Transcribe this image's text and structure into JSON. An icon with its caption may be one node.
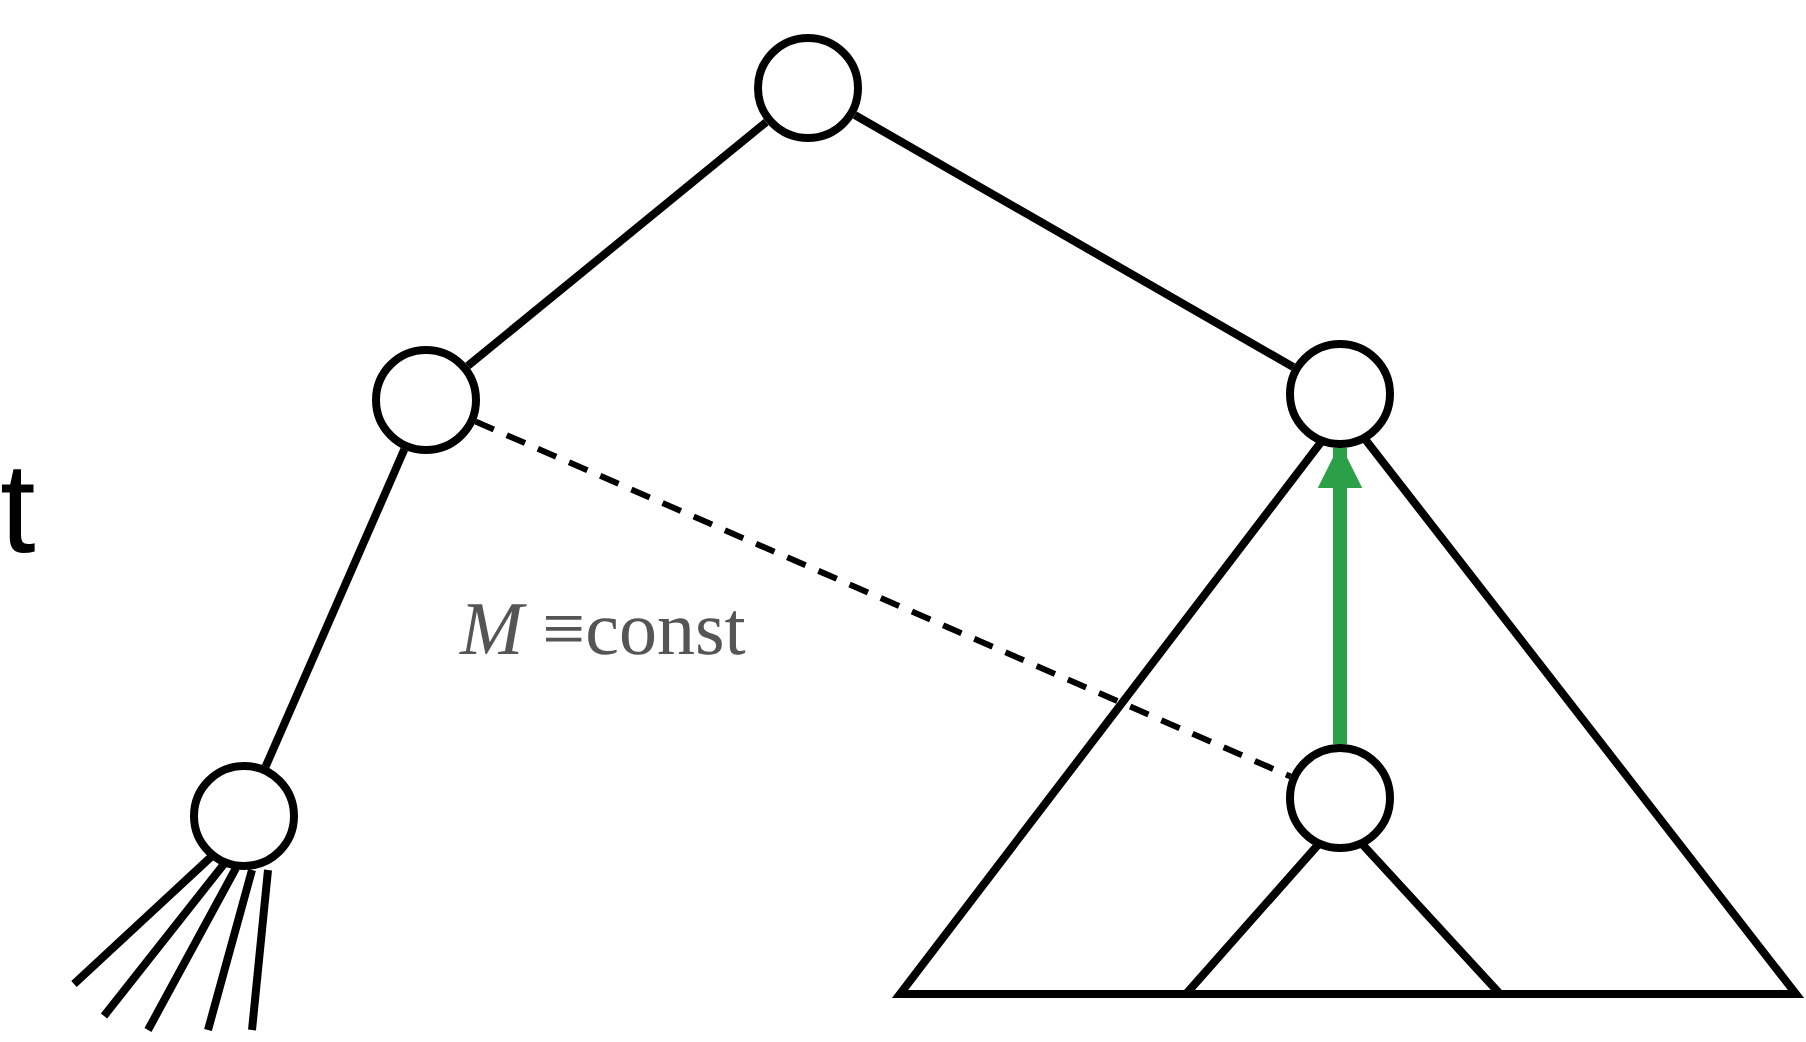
{
  "diagram": {
    "nodes": [
      {
        "text": [],
        "shape": "circle"
      },
      {
        "text": [],
        "shape": "circle"
      },
      {
        "text": [],
        "shape": "circle"
      },
      {
        "text": [],
        "shape": "circle"
      },
      {
        "text": [],
        "shape": "circle"
      }
    ],
    "edges": [
      {
        "from": 0,
        "to": 1,
        "arrow": "none"
      },
      {
        "from": 0,
        "to": 2,
        "arrow": "none"
      },
      {
        "from": 1,
        "to": 3,
        "arrow": "none"
      },
      {
        "from": 1,
        "to": 4,
        "arrow": "none",
        "style": "dashed",
        "label": "*M* ≡const"
      },
      {
        "from": 4,
        "to": 2,
        "arrow": "to",
        "color": "#2ca048"
      }
    ],
    "labels": [
      "t"
    ]
  }
}
